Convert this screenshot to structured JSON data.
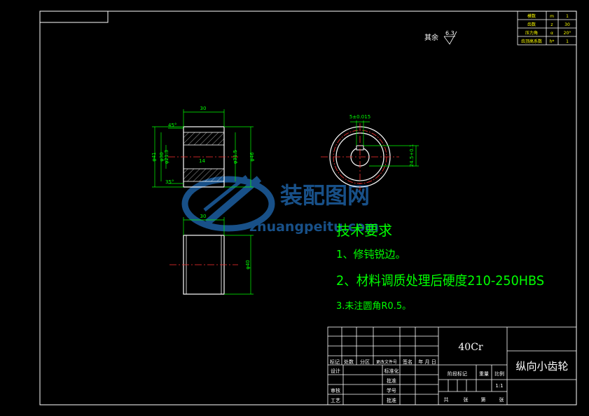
{
  "params_table": {
    "rows": [
      {
        "name": "模数",
        "code": "m",
        "value": "1"
      },
      {
        "name": "齿数",
        "code": "z",
        "value": "30"
      },
      {
        "name": "压力角",
        "code": "α",
        "value": "20°"
      },
      {
        "name": "齿顶高系数",
        "code": "h*",
        "value": "1"
      }
    ]
  },
  "roughness_note": {
    "label": "其余",
    "value": "6.3"
  },
  "front_view": {
    "width_dim": "30",
    "left_dims": [
      "φ41",
      "φ30",
      "φ21.3"
    ],
    "right_dims": [
      "φ31.5",
      "φ46"
    ],
    "chamfer_top": "45°",
    "chamfer_bottom": "35°",
    "center_mark": "14"
  },
  "side_view": {
    "keyway_dim": "5±0.015",
    "right_dim": "24.5+0.1"
  },
  "bottom_view": {
    "width_dim": "30",
    "right_dim": "φ40"
  },
  "watermark": {
    "cn": "装配图网",
    "en": "zhuangpeitu.com"
  },
  "tech_requirements": {
    "title": "技术要求",
    "items": [
      "1、修钝锐边。",
      "2、材料调质处理后硬度210-250HBS",
      "3.未注圆角R0.5。"
    ]
  },
  "title_block": {
    "material": "40Cr",
    "part_name": "纵向小齿轮",
    "rev_headers": [
      "标记",
      "处数",
      "分区",
      "更改文件号",
      "签名",
      "年 月 日"
    ],
    "roles": [
      "设计",
      "审核",
      "工艺"
    ],
    "mid_labels": [
      "标准化",
      "批准",
      "学号",
      "批准"
    ],
    "stage_headers": [
      "阶段标记",
      "重量",
      "比例"
    ],
    "scale": "1:1",
    "sheet_footer": [
      "共",
      "张",
      "第",
      "张"
    ]
  }
}
